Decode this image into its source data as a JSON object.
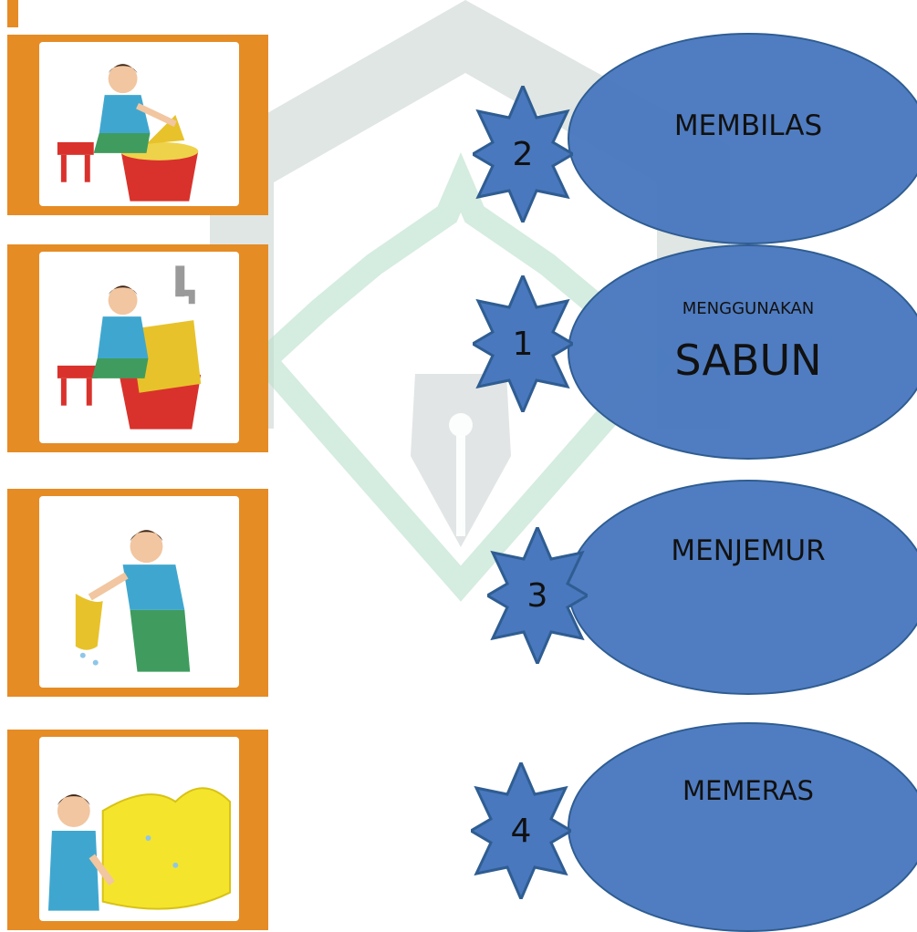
{
  "steps": [
    {
      "number": "2",
      "label": "MEMBILAS"
    },
    {
      "number": "1",
      "label_small": "MENGGUNAKAN",
      "label_large": "SABUN"
    },
    {
      "number": "3",
      "label": "MENJEMUR"
    },
    {
      "number": "4",
      "label": "MEMERAS"
    }
  ],
  "pictures": [
    {
      "icon": "girl-washing-clothes-in-basin-icon"
    },
    {
      "icon": "girl-rinsing-clothes-under-tap-icon"
    },
    {
      "icon": "girl-wringing-clothes-icon"
    },
    {
      "icon": "girl-spreading-cloth-to-dry-icon"
    }
  ],
  "colors": {
    "card": "#e58c25",
    "shape": "#4978be",
    "outline": "#2f5d92"
  }
}
